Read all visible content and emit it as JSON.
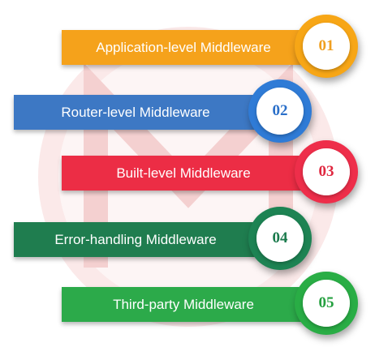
{
  "items": [
    {
      "number": "01",
      "label": "Application-level Middleware",
      "color": "#f5a21b",
      "circle_color": "#f7a616",
      "text_color": "#f0a020"
    },
    {
      "number": "02",
      "label": "Router-level Middleware",
      "color": "#3d78c4",
      "circle_color": "#2f7bd6",
      "text_color": "#2a6fc9"
    },
    {
      "number": "03",
      "label": "Built-level Middleware",
      "color": "#ec2d45",
      "circle_color": "#ee2e4a",
      "text_color": "#e02840"
    },
    {
      "number": "04",
      "label": "Error-handling Middleware",
      "color": "#1f7d4f",
      "circle_color": "#1d8353",
      "text_color": "#1a7a4c"
    },
    {
      "number": "05",
      "label": "Third-party Middleware",
      "color": "#2caa4a",
      "circle_color": "#29ad45",
      "text_color": "#25a040"
    }
  ]
}
